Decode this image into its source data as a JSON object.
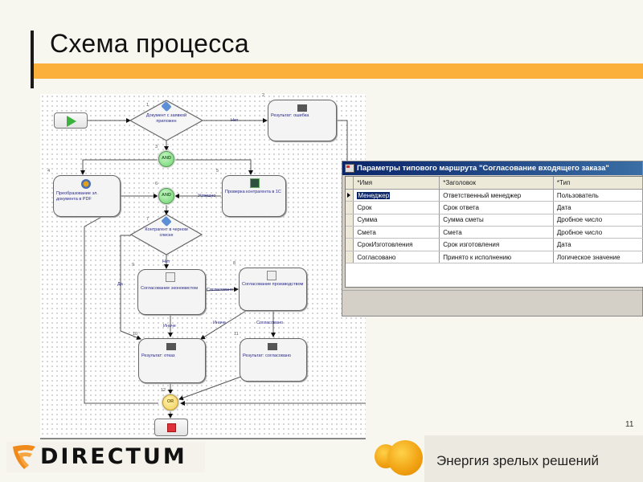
{
  "slide": {
    "title": "Схема процесса",
    "page_number": "11",
    "slogan": "Энергия зрелых решений",
    "logo_text": "DIRECTUM",
    "accent_color": "#fbb03b"
  },
  "flow": {
    "nodes": [
      {
        "num": "1",
        "label": "Документ с заявкой приложен",
        "type": "condition",
        "icon": "condition-icon"
      },
      {
        "num": "2",
        "label": "Результат: ошибка",
        "type": "result",
        "icon": "clapperboard-icon"
      },
      {
        "num": "3",
        "label": "AND",
        "type": "gate-and"
      },
      {
        "num": "4",
        "label": "Преобразование эл. документа в PDF",
        "type": "script",
        "icon": "gear-script-icon"
      },
      {
        "num": "5",
        "label": "Проверка контрагента в 1С",
        "type": "script",
        "icon": "chart-script-icon"
      },
      {
        "num": "6",
        "label": "AND",
        "type": "gate-and"
      },
      {
        "num": "7",
        "label": "Контрагент в черном списке",
        "type": "condition",
        "icon": "condition-icon"
      },
      {
        "num": "8",
        "label": "Согласование производством",
        "type": "task",
        "icon": "task-clock-icon"
      },
      {
        "num": "9",
        "label": "Согласование экономистом",
        "type": "task",
        "icon": "task-clock-icon"
      },
      {
        "num": "10",
        "label": "Результат: отказ",
        "type": "result",
        "icon": "clapperboard-icon"
      },
      {
        "num": "11",
        "label": "Результат: согласовано",
        "type": "result",
        "icon": "clapperboard-icon"
      },
      {
        "num": "12",
        "label": "OR",
        "type": "gate-or"
      }
    ],
    "edge_labels": {
      "no_1": "Нет",
      "success_5": "Успешно",
      "no_7": "Нет",
      "yes_7": "Да",
      "agreed_9": "Согласовано",
      "else_9": "Иначе",
      "else_8": "Иначе",
      "agreed_8": "Согласовано"
    }
  },
  "dialog": {
    "title": "Параметры типового маршрута \"Согласование входящего заказа\"",
    "columns": [
      "*Имя",
      "*Заголовок",
      "*Тип"
    ],
    "rows": [
      {
        "name": "Менеджер",
        "caption": "Ответственный менеджер",
        "type": "Пользователь",
        "selected": true
      },
      {
        "name": "Срок",
        "caption": "Срок ответа",
        "type": "Дата"
      },
      {
        "name": "Сумма",
        "caption": "Сумма сметы",
        "type": "Дробное число"
      },
      {
        "name": "Смета",
        "caption": "Смета",
        "type": "Дробное число"
      },
      {
        "name": "СрокИзготовления",
        "caption": "Срок изготовления",
        "type": "Дата"
      },
      {
        "name": "Согласовано",
        "caption": "Принято к исполнению",
        "type": "Логическое значение"
      }
    ]
  }
}
